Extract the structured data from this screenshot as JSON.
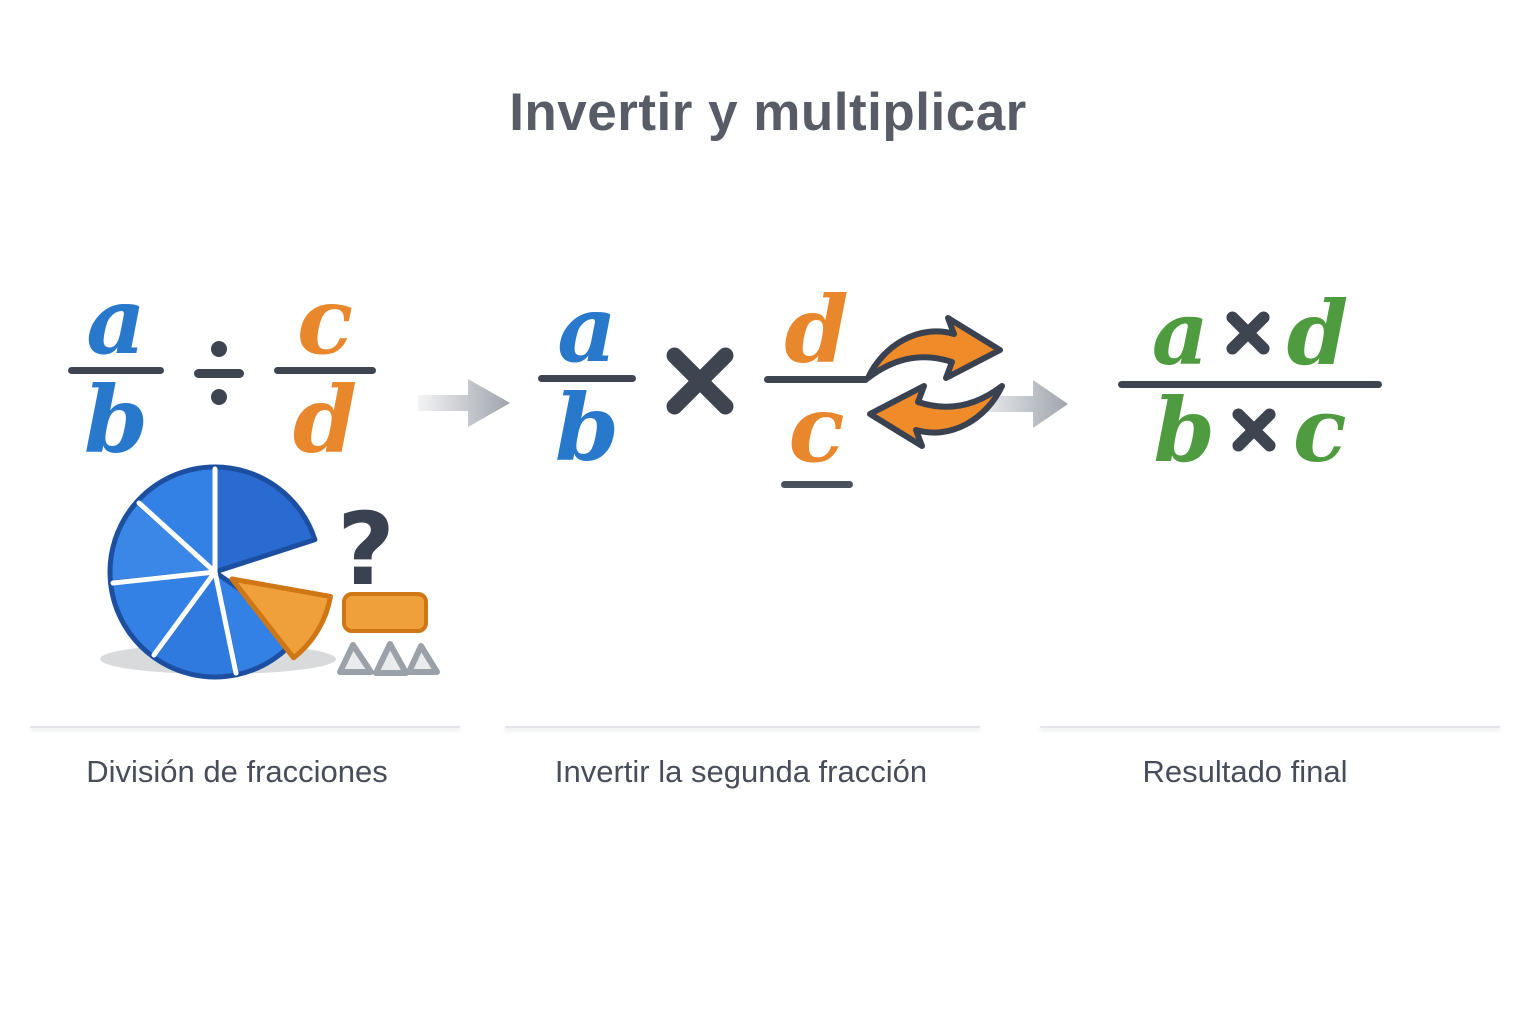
{
  "title": "Invertir y multiplicar",
  "steps": {
    "division": {
      "label": "División de fracciones",
      "fraction1": {
        "numerator": "a",
        "denominator": "b"
      },
      "operator": "÷",
      "fraction2": {
        "numerator": "c",
        "denominator": "d"
      }
    },
    "invert": {
      "label": "Invertir la segunda fracción",
      "fraction1": {
        "numerator": "a",
        "denominator": "b"
      },
      "operator": "×",
      "fraction2": {
        "numerator": "d",
        "denominator": "c"
      }
    },
    "result": {
      "label": "Resultado final",
      "numerator": {
        "left": "a",
        "operator": "×",
        "right": "d"
      },
      "denominator": {
        "left": "b",
        "operator": "×",
        "right": "c"
      }
    }
  },
  "illustration": {
    "question_mark": "?"
  },
  "icons": {
    "step_arrow": "arrow-right-icon",
    "swap": "swap-arrows-icon",
    "pie": "pie-chart-illustration"
  },
  "colors": {
    "fraction_blue": "#2878cc",
    "fraction_orange": "#e8872b",
    "result_green": "#4f9b40",
    "operator_dark": "#3e4450",
    "title_gray": "#575c66",
    "label_gray": "#484e59",
    "arrow_orange": "#ef8b28",
    "pie_blue": "#3481e6"
  }
}
